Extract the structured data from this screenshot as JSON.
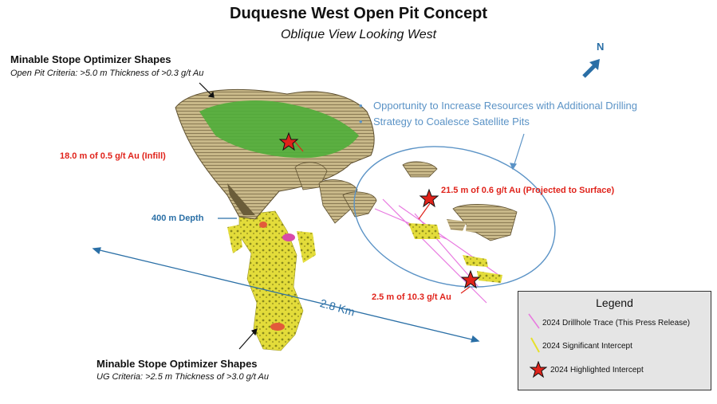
{
  "title": "Duquesne West Open Pit Concept",
  "subtitle": "Oblique View Looking West",
  "north_label": "N",
  "open_pit": {
    "heading": "Minable Stope Optimizer Shapes",
    "criteria": "Open Pit Criteria: >5.0 m Thickness of >0.3 g/t Au"
  },
  "underground": {
    "heading": "Minable Stope Optimizer Shapes",
    "criteria": "UG Criteria: >2.5 m Thickness of >3.0 g/t Au"
  },
  "opportunity": [
    "Opportunity to Increase Resources with Additional Drilling",
    "Strategy to Coalesce Satellite Pits"
  ],
  "bullet": "•",
  "intercepts": {
    "infill": "18.0 m of 0.5 g/t Au (Infill)",
    "projected": "21.5 m of 0.6 g/t Au (Projected to Surface)",
    "high_grade": "2.5 m of 10.3 g/t Au"
  },
  "depth_label": "400 m Depth",
  "distance_label": "2.8 Km",
  "legend": {
    "title": "Legend",
    "items": [
      {
        "label": "2024 Drillhole Trace (This Press Release)",
        "icon": "magenta-line-icon"
      },
      {
        "label": "2024 Significant Intercept",
        "icon": "yellow-line-icon"
      },
      {
        "label": "2024 Highlighted Intercept",
        "icon": "red-star-icon"
      }
    ]
  },
  "colors": {
    "pit": "#b8a77a",
    "pit_dark": "#6b5d3a",
    "ore_green": "#3fbf2a",
    "ore_yellow": "#e6e02a",
    "drill_magenta": "#e879e0",
    "star_red": "#e0231b",
    "accent_blue": "#2a6fa6",
    "ellipse_blue": "#5b93c6"
  }
}
